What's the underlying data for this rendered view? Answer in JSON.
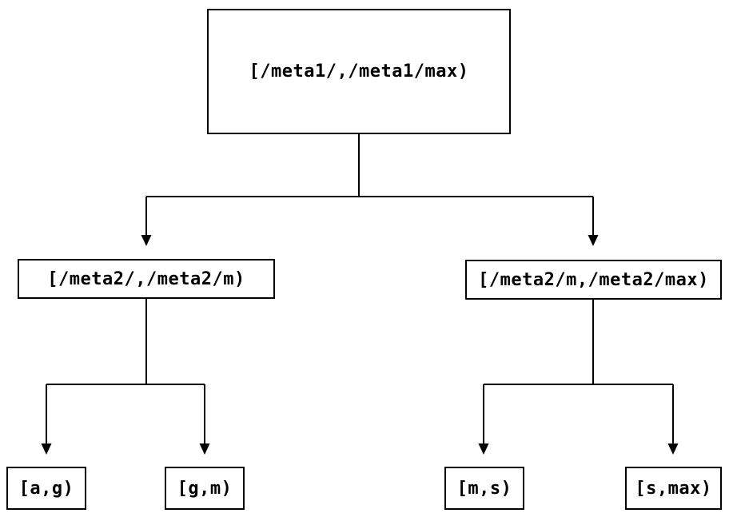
{
  "diagram": {
    "type": "tree",
    "colors": {
      "background": "#ffffff",
      "line": "#000000",
      "text": "#000000"
    },
    "nodes": {
      "root": {
        "label": "[/meta1/,/meta1/max)"
      },
      "mid_left": {
        "label": "[/meta2/,/meta2/m)"
      },
      "mid_right": {
        "label": "[/meta2/m,/meta2/max)"
      },
      "leaf_ag": {
        "label": "[a,g)"
      },
      "leaf_gm": {
        "label": "[g,m)"
      },
      "leaf_ms": {
        "label": "[m,s)"
      },
      "leaf_smax": {
        "label": "[s,max)"
      }
    },
    "edges": [
      {
        "from": "root",
        "to": "mid_left"
      },
      {
        "from": "root",
        "to": "mid_right"
      },
      {
        "from": "mid_left",
        "to": "leaf_ag"
      },
      {
        "from": "mid_left",
        "to": "leaf_gm"
      },
      {
        "from": "mid_right",
        "to": "leaf_ms"
      },
      {
        "from": "mid_right",
        "to": "leaf_smax"
      }
    ]
  }
}
